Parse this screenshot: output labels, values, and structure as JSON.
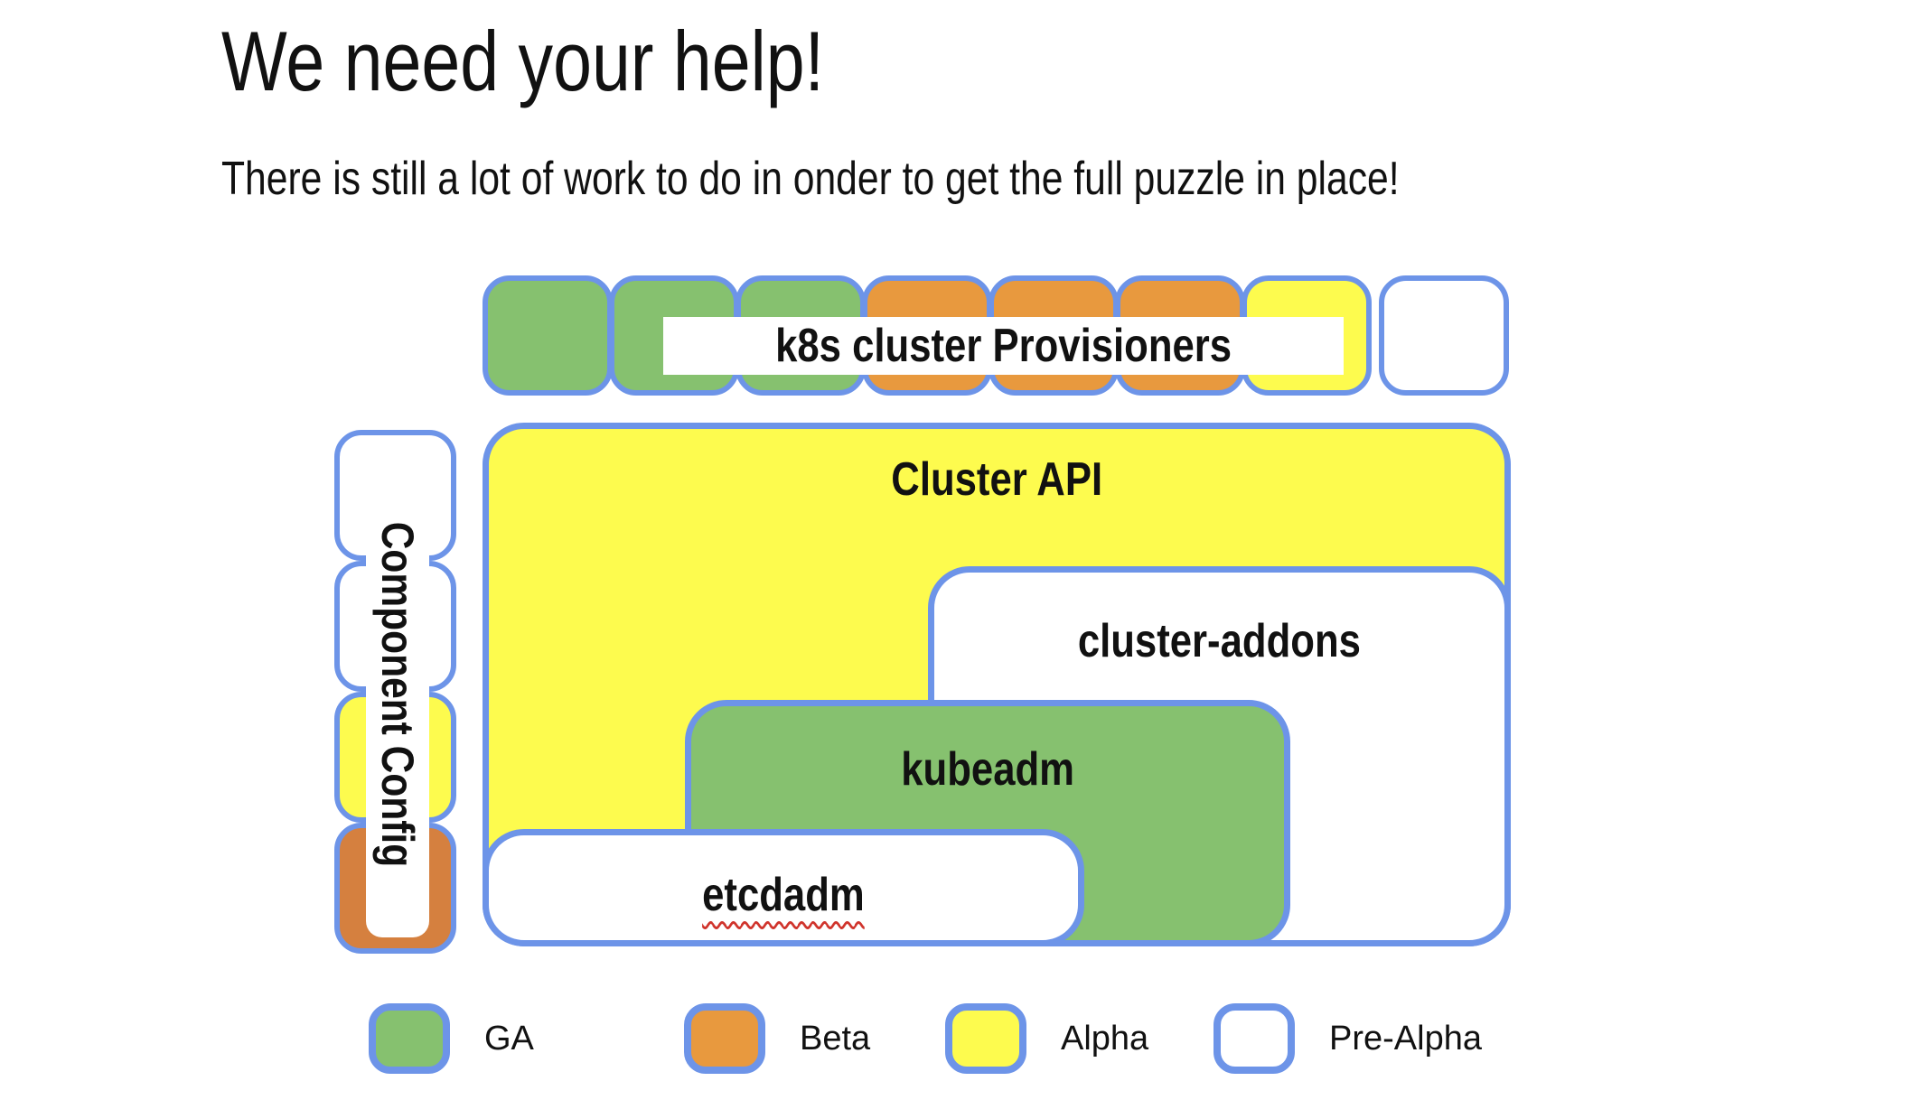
{
  "slide": {
    "title": "We need your help!",
    "subtitle": "There is still a lot of work to do in onder to get the full puzzle in place!"
  },
  "colors": {
    "ga_green": "#86C16F",
    "beta_orange": "#E8993E",
    "beta_orange_dark": "#D5803F",
    "alpha_yellow": "#FDFB4E",
    "pre_alpha_white": "#FFFFFF",
    "border_blue": "#6D94E8",
    "squiggle_red": "#D0342C"
  },
  "puzzle": {
    "provisioners_label": "k8s cluster Provisioners",
    "provisioner_pieces": [
      {
        "status": "GA",
        "color": "#86C16F"
      },
      {
        "status": "GA",
        "color": "#86C16F"
      },
      {
        "status": "GA",
        "color": "#86C16F"
      },
      {
        "status": "Beta",
        "color": "#E8993E"
      },
      {
        "status": "Beta",
        "color": "#E8993E"
      },
      {
        "status": "Beta",
        "color": "#E8993E"
      },
      {
        "status": "Alpha",
        "color": "#FDFB4E"
      },
      {
        "status": "Pre-Alpha",
        "color": "#FFFFFF"
      }
    ],
    "component_config": {
      "label": "Component Config",
      "pieces": [
        {
          "status": "Pre-Alpha",
          "color": "#FFFFFF"
        },
        {
          "status": "Pre-Alpha",
          "color": "#FFFFFF"
        },
        {
          "status": "Alpha",
          "color": "#FDFB4E"
        },
        {
          "status": "Beta",
          "color": "#D5803F"
        }
      ]
    },
    "boxes": {
      "cluster_api": {
        "label": "Cluster API",
        "status": "Alpha",
        "color": "#FDFB4E"
      },
      "cluster_addons": {
        "label": "cluster-addons",
        "status": "Pre-Alpha",
        "color": "#FFFFFF"
      },
      "kubeadm": {
        "label": "kubeadm",
        "status": "GA",
        "color": "#86C16F"
      },
      "etcdadm": {
        "label": "etcdadm",
        "status": "Pre-Alpha",
        "color": "#FFFFFF",
        "spellcheck_squiggle": true
      }
    }
  },
  "legend": {
    "items": [
      {
        "label": "GA",
        "color": "#86C16F"
      },
      {
        "label": "Beta",
        "color": "#E8993E"
      },
      {
        "label": "Alpha",
        "color": "#FDFB4E"
      },
      {
        "label": "Pre-Alpha",
        "color": "#FFFFFF"
      }
    ]
  }
}
